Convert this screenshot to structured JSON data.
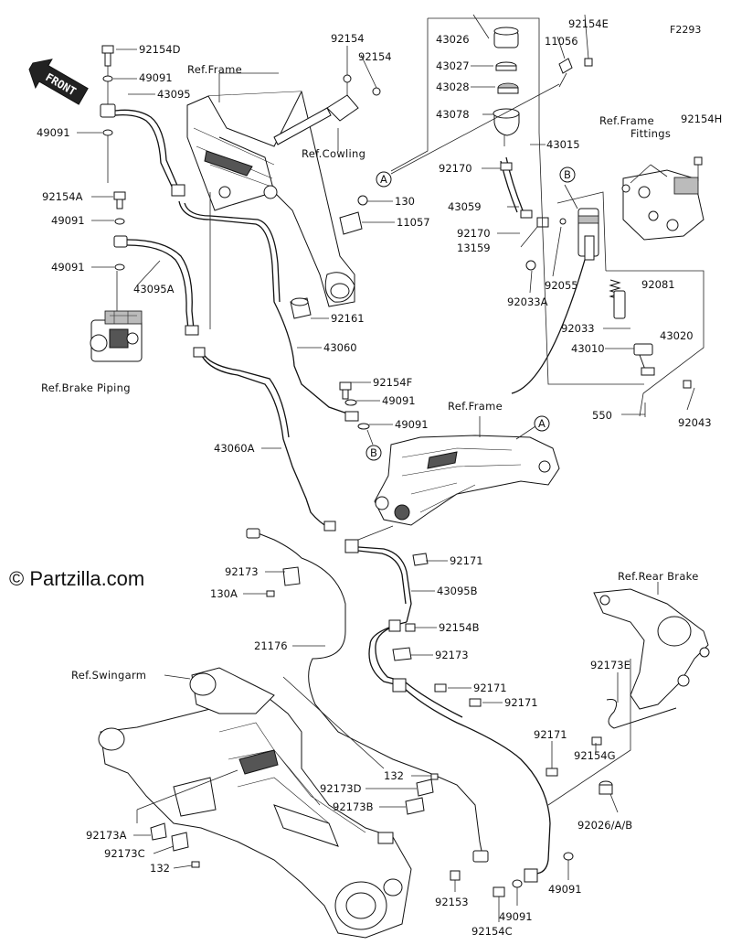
{
  "figure_code": "F2293",
  "watermark": "© Partzilla.com",
  "front_badge": "FRONT",
  "callouts": {
    "A": "A",
    "B": "B"
  },
  "refs": {
    "frame_top": "Ref.Frame",
    "cowling": "Ref.Cowling",
    "frame_fittings_1": "Ref.Frame",
    "frame_fittings_2": "Fittings",
    "brake_piping": "Ref.Brake Piping",
    "frame_mid": "Ref.Frame",
    "rear_brake": "Ref.Rear Brake",
    "swingarm": "Ref.Swingarm"
  },
  "parts": {
    "p92154D": "92154D",
    "p49091a": "49091",
    "p43095": "43095",
    "p49091b": "49091",
    "p92154A": "92154A",
    "p49091c": "49091",
    "p49091d": "49091",
    "p43095A": "43095A",
    "p92154top": "92154",
    "p92154top2": "92154",
    "p130": "130",
    "p11057": "11057",
    "p92161": "92161",
    "p43060": "43060",
    "p92154F": "92154F",
    "p49091e": "49091",
    "p49091f": "49091",
    "p43060A": "43060A",
    "p43026": "43026",
    "p43027": "43027",
    "p43028": "43028",
    "p43078": "43078",
    "p11056": "11056",
    "p92154E": "92154E",
    "p43015": "43015",
    "p92154H": "92154H",
    "p92170a": "92170",
    "p43059": "43059",
    "p92170b": "92170",
    "p13159": "13159",
    "p92055": "92055",
    "p92033A": "92033A",
    "p92081": "92081",
    "p92033": "92033",
    "p43020": "43020",
    "p43010": "43010",
    "p550": "550",
    "p92043": "92043",
    "p92171a": "92171",
    "p92173a": "92173",
    "p130A": "130A",
    "p43095B": "43095B",
    "p21176": "21176",
    "p92154B": "92154B",
    "p92173b": "92173",
    "p92171b": "92171",
    "p92171c": "92171",
    "p92173E": "92173E",
    "p92171d": "92171",
    "p92154G": "92154G",
    "p132a": "132",
    "p92173D": "92173D",
    "p92173B": "92173B",
    "p92026": "92026/A/B",
    "p92173A": "92173A",
    "p92173C": "92173C",
    "p132b": "132",
    "p92153": "92153",
    "p49091g": "49091",
    "p49091h": "49091",
    "p92154C": "92154C"
  }
}
